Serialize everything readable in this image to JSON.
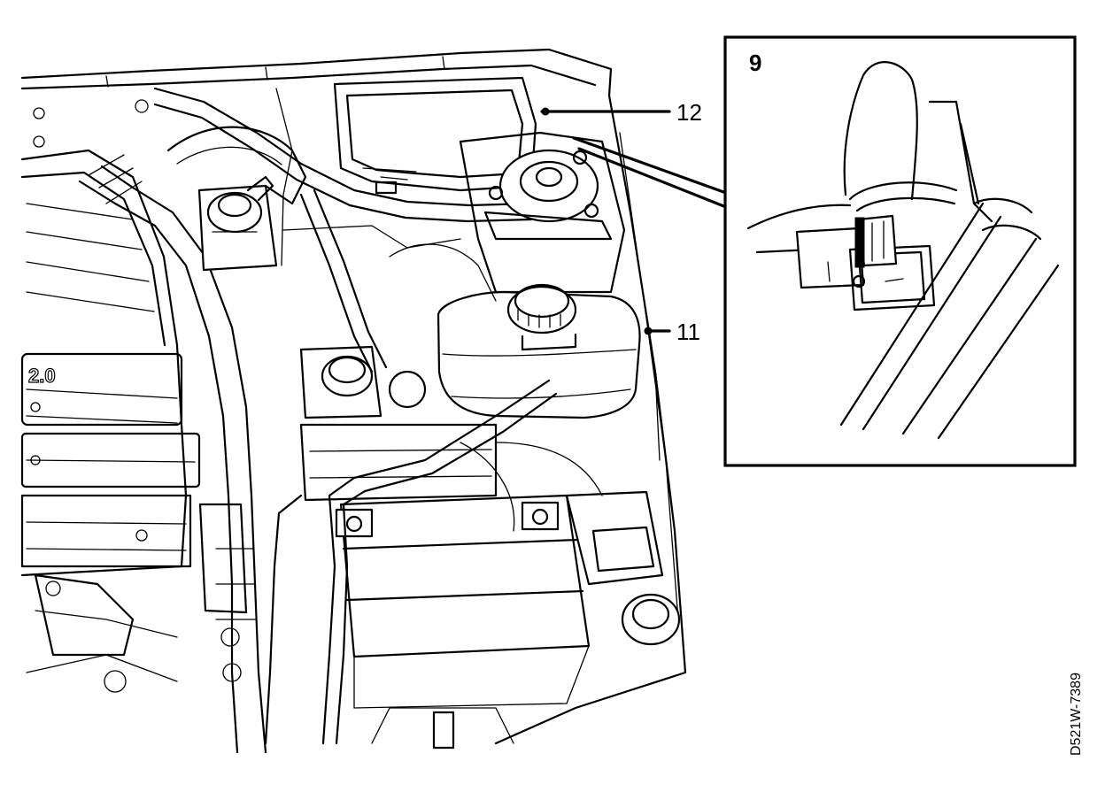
{
  "figure": {
    "callouts": {
      "label_9": "9",
      "label_11": "11",
      "label_12": "12"
    },
    "reference_code": "D521W-7389"
  },
  "colors": {
    "ink": "#000000",
    "paper": "#ffffff"
  }
}
